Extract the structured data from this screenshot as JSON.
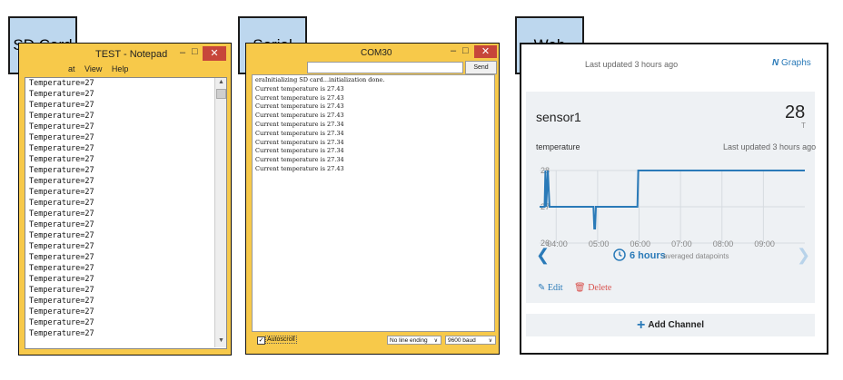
{
  "labels": {
    "sd_card": "SD Card",
    "serial": "Serial",
    "web": "Web"
  },
  "notepad": {
    "title": "TEST - Notepad",
    "menu": [
      "at",
      "View",
      "Help"
    ],
    "lines": [
      "Temperature=27",
      "Temperature=27",
      "Temperature=27",
      "Temperature=27",
      "Temperature=27",
      "Temperature=27",
      "Temperature=27",
      "Temperature=27",
      "Temperature=27",
      "Temperature=27",
      "Temperature=27",
      "Temperature=27",
      "Temperature=27",
      "Temperature=27",
      "Temperature=27",
      "Temperature=27",
      "Temperature=27",
      "Temperature=27",
      "Temperature=27",
      "Temperature=27",
      "Temperature=27",
      "Temperature=27",
      "Temperature=27",
      "Temperature=27"
    ]
  },
  "serial": {
    "title": "COM30",
    "send_label": "Send",
    "output": [
      "eraInitializing SD card...initialization done.",
      "Current temperature is 27.43",
      "Current temperature is 27.43",
      "Current temperature is 27.43",
      "Current temperature is 27.43",
      "Current temperature is 27.34",
      "Current temperature is 27.34",
      "Current temperature is 27.34",
      "Current temperature is 27.34",
      "Current temperature is 27.34",
      "Current temperature is 27.43"
    ],
    "autoscroll_label": "Autoscroll",
    "autoscroll_checked": true,
    "line_ending": "No line ending",
    "baud": "9600 baud"
  },
  "web": {
    "last_updated_top": "Last updated 3 hours ago",
    "graphs_label": "Graphs",
    "sensor_name": "sensor1",
    "sensor_value": "28",
    "sensor_unit": "T",
    "channel_name": "temperature",
    "channel_updated": "Last updated 3 hours ago",
    "range": "6 hours",
    "range_suffix": "averaged datapoints",
    "edit_label": "Edit",
    "delete_label": "Delete",
    "add_channel_label": "Add Channel",
    "accent_color": "#2a7ab8",
    "danger_color": "#d9534f"
  },
  "chart_data": {
    "type": "line",
    "x_ticks": [
      "04:00",
      "05:00",
      "06:00",
      "07:00",
      "08:00",
      "09:00"
    ],
    "y_ticks": [
      "28",
      "27",
      "26"
    ],
    "ylim": [
      26,
      28
    ],
    "x_range": [
      3.6,
      10.0
    ],
    "points": [
      [
        3.6,
        27
      ],
      [
        3.72,
        27
      ],
      [
        3.74,
        28
      ],
      [
        3.76,
        27
      ],
      [
        3.8,
        28
      ],
      [
        3.84,
        27
      ],
      [
        4.9,
        27
      ],
      [
        4.92,
        26.4
      ],
      [
        4.94,
        26.4
      ],
      [
        4.96,
        27
      ],
      [
        5.96,
        27
      ],
      [
        5.98,
        28
      ],
      [
        10.0,
        28
      ]
    ]
  }
}
